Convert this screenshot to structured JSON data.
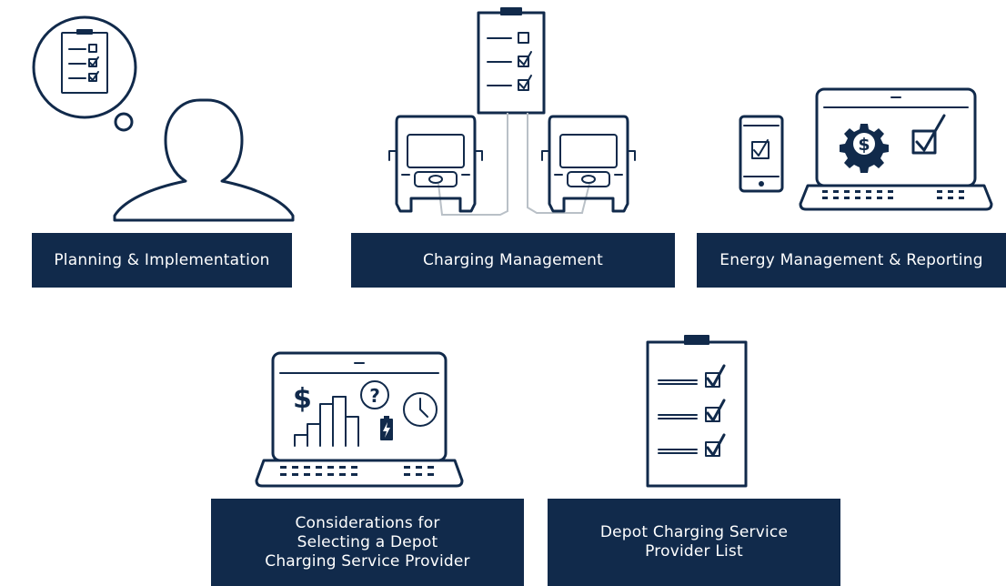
{
  "colors": {
    "navy": "#112a4b",
    "background": "#ffffff",
    "cable": "#b9c0c7"
  },
  "cards": [
    {
      "label": "Planning & Implementation",
      "icon": "person-thinking-checklist-icon"
    },
    {
      "label": "Charging Management",
      "icon": "vans-charging-checklist-icon"
    },
    {
      "label": "Energy Management & Reporting",
      "icon": "phone-laptop-dollar-gear-icon"
    },
    {
      "label_lines": [
        "Considerations for",
        "Selecting a Depot",
        "Charging Service Provider"
      ],
      "icon": "laptop-dollar-chart-icon"
    },
    {
      "label_lines": [
        "Depot Charging Service",
        "Provider List"
      ],
      "icon": "clipboard-checklist-icon"
    }
  ]
}
